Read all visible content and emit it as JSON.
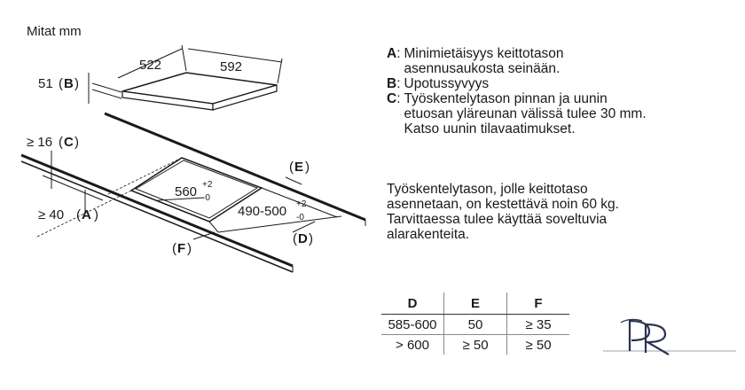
{
  "header": {
    "units_label": "Mitat mm"
  },
  "diagram": {
    "hob_depth": "522",
    "hob_width": "592",
    "hob_height_value": "51",
    "hob_height_ref": "B",
    "min_top_value": "≥ 16",
    "min_top_ref": "C",
    "min_front_value": "≥ 40",
    "min_front_ref": "A",
    "cutout_width_main": "560",
    "cutout_width_tol_plus": "+2",
    "cutout_width_tol_minus": "-0",
    "cutout_depth_main": "490-500",
    "cutout_depth_tol_plus": "+2",
    "cutout_depth_tol_minus": "-0",
    "ref_e": "E",
    "ref_d": "D",
    "ref_f": "F"
  },
  "notes": [
    {
      "key": "A",
      "text": "Minimietäisyys keittotason\nasennusaukosta seinään."
    },
    {
      "key": "B",
      "text": "Upotussyvyys"
    },
    {
      "key": "C",
      "text": "Työskentelytason pinnan ja uunin\netuosan yläreunan välissä tulee 30 mm.\nKatso uunin tilavaatimukset."
    }
  ],
  "load_note": "Työskentelytason, jolle keittotaso\nasennetaan, on kestettävä noin 60 kg.\nTarvittaessa tulee käyttää soveltuvia\nalarakenteita.",
  "table": {
    "headers": [
      "D",
      "E",
      "F"
    ],
    "rows": [
      [
        "585-600",
        "50",
        "≥ 35"
      ],
      [
        "> 600",
        "≥ 50",
        "≥ 50"
      ]
    ]
  },
  "logo": {
    "text": "PR"
  },
  "colors": {
    "ink": "#1a1a1a",
    "outline": "#333333",
    "logo": "#2a3350"
  }
}
